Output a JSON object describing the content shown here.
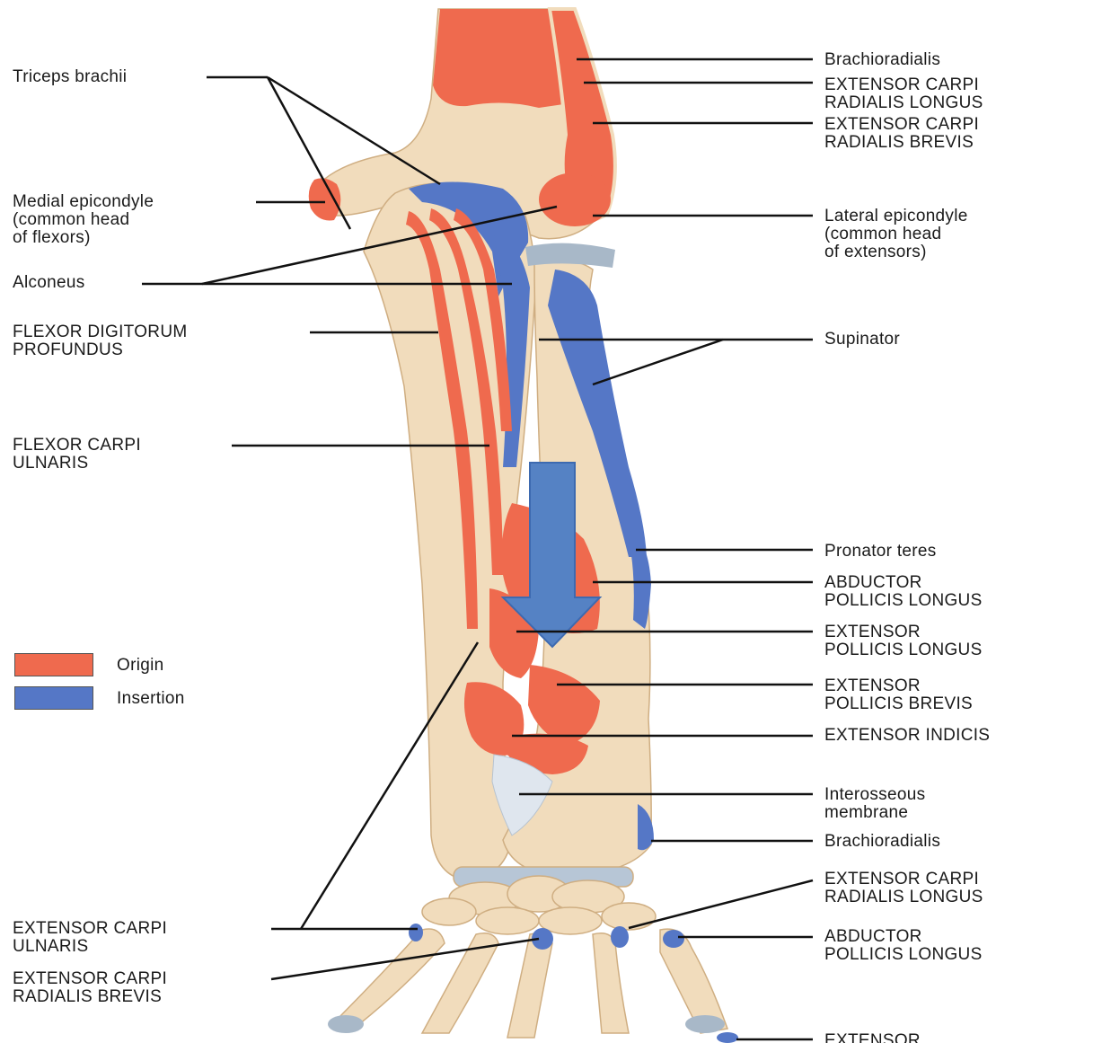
{
  "colors": {
    "origin": "#ef6a4e",
    "insertion": "#5577c6",
    "bone": "#f1dcbc",
    "bone_shadow": "#d9bd95",
    "cartilage": "#a8b8c8",
    "arrow": "#5582c4"
  },
  "legend": {
    "origin_label": "Origin",
    "insertion_label": "Insertion"
  },
  "labels_left": {
    "triceps": "Triceps brachii",
    "medial_epicondyle": "Medial epicondyle\n(common head\nof flexors)",
    "alconeus": "Alconeus",
    "fdp": "FLEXOR DIGITORUM\nPROFUNDUS",
    "fcu": "FLEXOR CARPI\nULNARIS",
    "ecu": "EXTENSOR CARPI\nULNARIS",
    "ecrb_bottom": "EXTENSOR CARPI\nRADIALIS BREVIS"
  },
  "labels_right": {
    "brachioradialis_top": "Brachioradialis",
    "ecrl_top": "EXTENSOR CARPI\nRADIALIS LONGUS",
    "ecrb_top": "EXTENSOR CARPI\nRADIALIS BREVIS",
    "lateral_epicondyle": "Lateral epicondyle\n(common head\nof extensors)",
    "supinator": "Supinator",
    "pronator_teres": "Pronator teres",
    "apl_mid": "ABDUCTOR\nPOLLICIS LONGUS",
    "epl": "EXTENSOR\nPOLLICIS LONGUS",
    "epb": "EXTENSOR\nPOLLICIS BREVIS",
    "ei": "EXTENSOR INDICIS",
    "interosseous": "Interosseous\nmembrane",
    "brachioradialis_bottom": "Brachioradialis",
    "ecrl_bottom": "EXTENSOR CARPI\nRADIALIS LONGUS",
    "apl_bottom": "ABDUCTOR\nPOLLICIS LONGUS",
    "extensor_cut": "EXTENSOR"
  }
}
